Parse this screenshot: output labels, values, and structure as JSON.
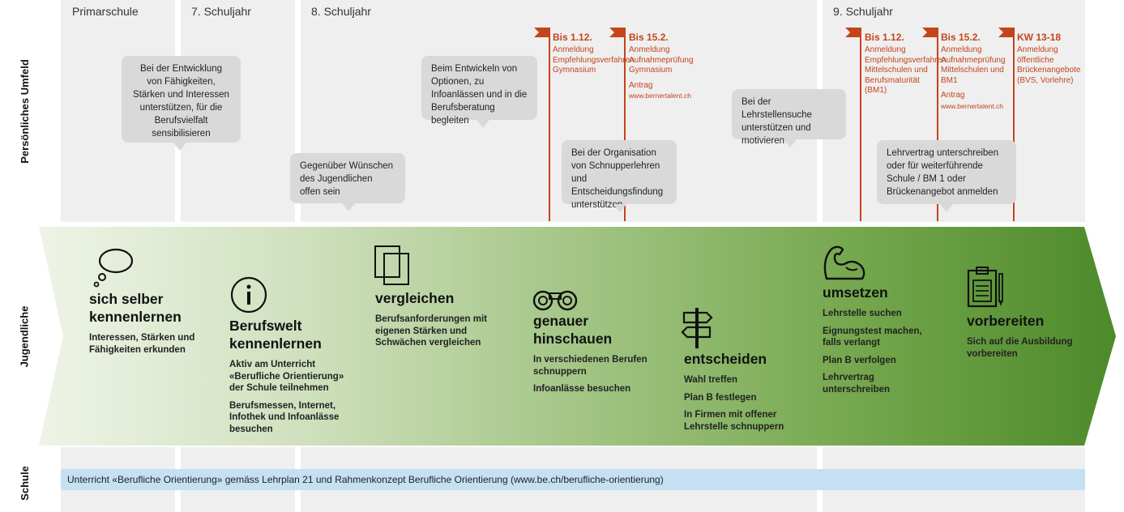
{
  "row_labels": {
    "top": "Persönliches Umfeld",
    "middle": "Jugendliche",
    "bottom": "Schule"
  },
  "columns": [
    {
      "label": "Primarschule"
    },
    {
      "label": "7. Schuljahr"
    },
    {
      "label": "8. Schuljahr"
    },
    {
      "label": "9. Schuljahr"
    }
  ],
  "bubbles": {
    "b1": "Bei der Entwicklung von Fähigkeiten, Stärken und Interessen unterstützen, für die Berufsvielfalt sensibilisieren",
    "b2": "Gegenüber Wünschen des Jugendlichen offen sein",
    "b3": "Beim Entwickeln von Optionen, zu Infoanlässen und in die Berufsberatung begleiten",
    "b4": "Bei der Organisation von Schnupperlehren und Entscheidungsfindung unterstützen",
    "b5": "Bei der Lehrstellensuche unterstützen und motivieren",
    "b6": "Lehrvertrag unterschreiben oder für weiterführende Schule / BM 1 oder Brückenangebot anmelden"
  },
  "deadlines": [
    {
      "date": "Bis 1.12.",
      "text": "Anmeldung Empfehlungsverfahren Gymnasium",
      "antrag": "",
      "url": ""
    },
    {
      "date": "Bis 15.2.",
      "text": "Anmeldung Aufnahmeprüfung Gymnasium",
      "antrag": "Antrag",
      "url": "www.bernertalent.ch"
    },
    {
      "date": "Bis 1.12.",
      "text": "Anmeldung Empfehlungsverfahren Mittelschulen und Berufsmaturität (BM1)",
      "antrag": "",
      "url": ""
    },
    {
      "date": "Bis 15.2.",
      "text": "Anmeldung Aufnahmeprüfung Mittelschulen und BM1",
      "antrag": "Antrag",
      "url": "www.bernertalent.ch"
    },
    {
      "date": "KW 13-18",
      "text": "Anmeldung öffentliche Brückenangebote (BVS, Vorlehre)",
      "antrag": "",
      "url": ""
    }
  ],
  "steps": [
    {
      "title1": "sich selber",
      "title2": "kennenlernen",
      "lines": [
        "Interessen, Stärken und Fähigkeiten erkunden"
      ],
      "icon": "speech-bubble-icon"
    },
    {
      "title1": "Berufswelt",
      "title2": "kennenlernen",
      "lines": [
        "Aktiv am Unterricht «Berufliche Orientierung» der Schule teilnehmen",
        "Berufsmessen, Internet, Infothek und Infoanlässe besuchen"
      ],
      "icon": "info-icon"
    },
    {
      "title1": "vergleichen",
      "title2": "",
      "lines": [
        "Berufsanforderungen mit eigenen Stärken und Schwächen vergleichen"
      ],
      "icon": "documents-icon"
    },
    {
      "title1": "genauer",
      "title2": "hinschauen",
      "lines": [
        "In verschiedenen Berufen schnuppern",
        "Infoanlässe besuchen"
      ],
      "icon": "binoculars-icon"
    },
    {
      "title1": "entscheiden",
      "title2": "",
      "lines": [
        "Wahl treffen",
        "Plan B festlegen",
        "In Firmen mit offener Lehrstelle schnuppern"
      ],
      "icon": "signpost-icon"
    },
    {
      "title1": "umsetzen",
      "title2": "",
      "lines": [
        "Lehrstelle suchen",
        "Eignungstest machen, falls verlangt",
        "Plan B verfolgen",
        "Lehrvertrag unterschreiben"
      ],
      "icon": "biceps-icon"
    },
    {
      "title1": "vorbereiten",
      "title2": "",
      "lines": [
        "Sich auf die Ausbildung vorbereiten"
      ],
      "icon": "clipboard-icon"
    }
  ],
  "school_bar": "Unterricht «Berufliche Orientierung» gemäss Lehrplan 21 und Rahmenkonzept Berufliche Orientierung (www.be.ch/berufliche-orientierung)",
  "colors": {
    "accent_red": "#c4441c",
    "arrow_start": "#eef4e6",
    "arrow_end": "#4d8a2a",
    "bubble": "#d9d9d9",
    "school_bar": "#c5e0f3",
    "column_bg": "#efefef"
  }
}
